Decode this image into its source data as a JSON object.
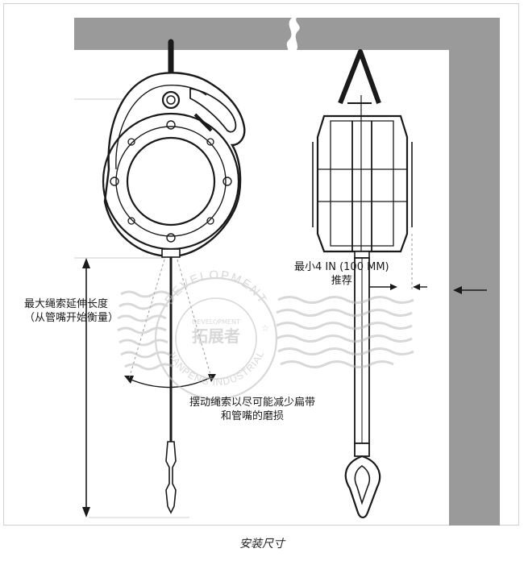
{
  "labels": {
    "max_length": [
      "最大绳索延伸长度",
      "（从管嘴开始衡量）"
    ],
    "swing": [
      "摆动绳索以尽可能减少扁带",
      "和管嘴的磨损"
    ],
    "clearance": [
      "最小4 IN (100 MM)",
      "推荐"
    ]
  },
  "caption": "安装尺寸",
  "watermark": {
    "ring_top": "DEVELOPMENT",
    "ring_bottom": "JIANPENG INDUSTRIAL",
    "center_small": "DEVELOPMENT",
    "center_big": "拓展者"
  },
  "colors": {
    "structure": "#9a9a9a",
    "ink": "#1a1a1a",
    "watermark": "#b9b9b9"
  }
}
